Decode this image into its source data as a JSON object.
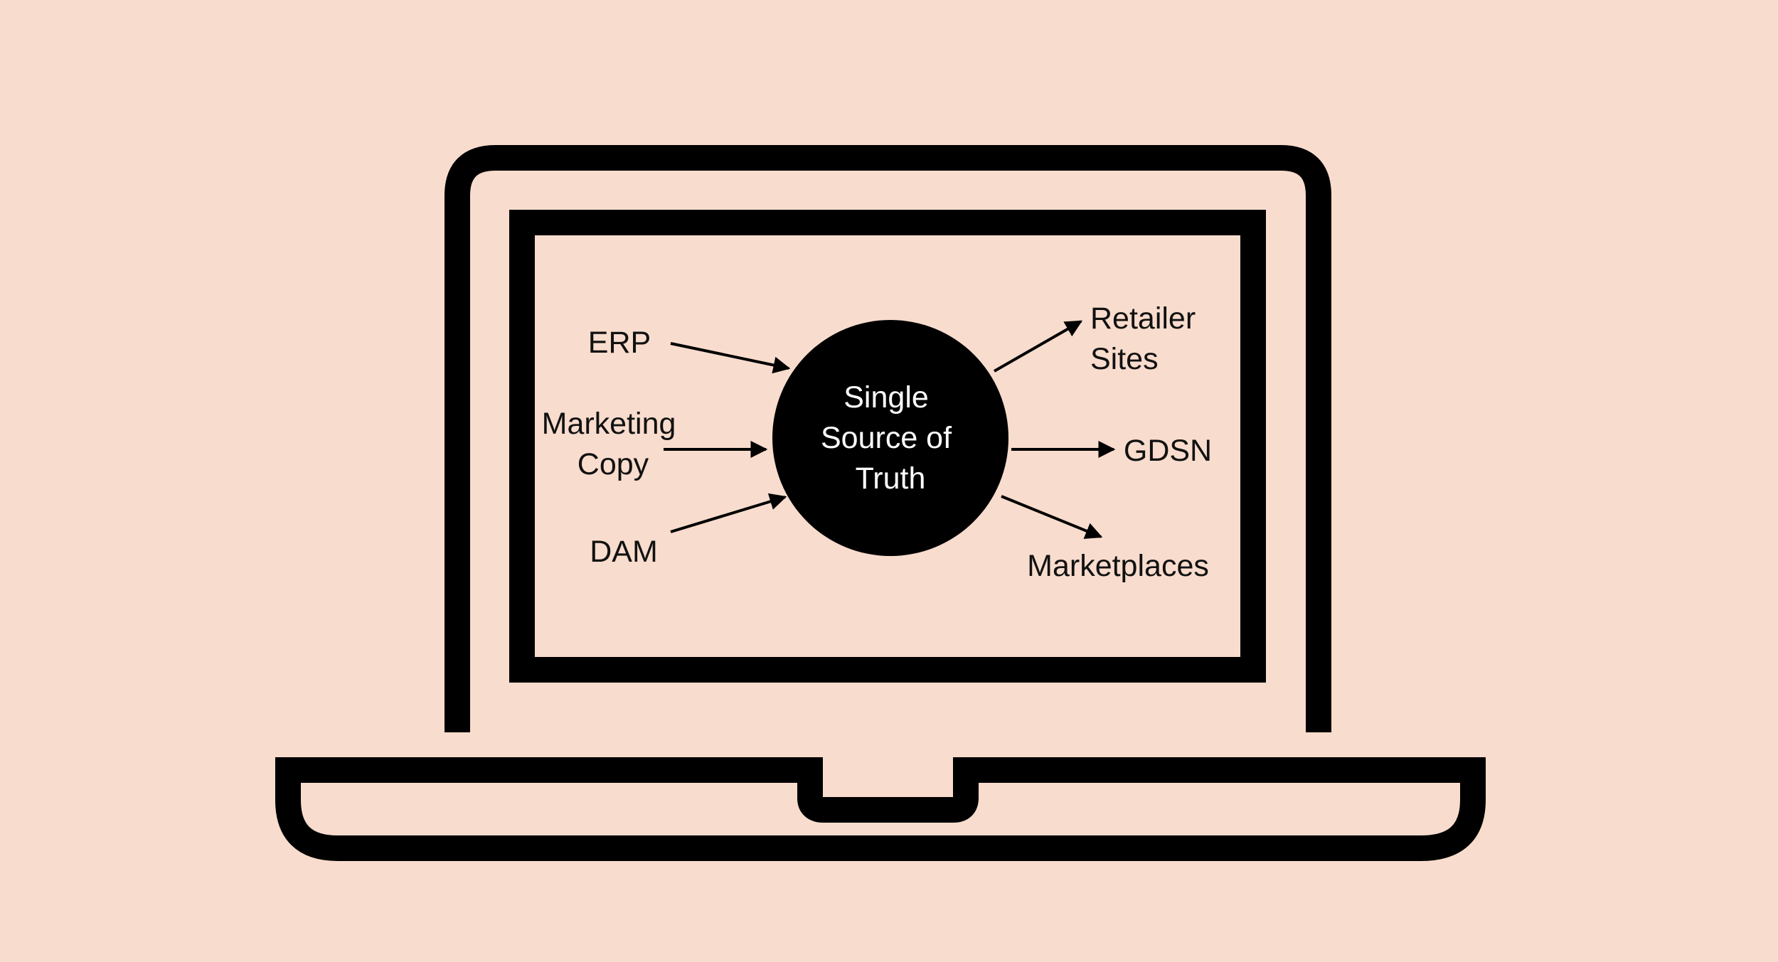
{
  "colors": {
    "background": "#f8dccd",
    "ink": "#000000",
    "hub_text": "#ffffff"
  },
  "diagram": {
    "icon": "laptop-icon",
    "hub": {
      "lines": [
        "Single",
        "Source of",
        "Truth"
      ]
    },
    "sources": {
      "erp": {
        "lines": [
          "ERP"
        ]
      },
      "marketing_copy": {
        "lines": [
          "Marketing",
          "Copy"
        ]
      },
      "dam": {
        "lines": [
          "DAM"
        ]
      }
    },
    "destinations": {
      "retailer_sites": {
        "lines": [
          "Retailer",
          "Sites"
        ]
      },
      "gdsn": {
        "lines": [
          "GDSN"
        ]
      },
      "marketplaces": {
        "lines": [
          "Marketplaces"
        ]
      }
    }
  }
}
